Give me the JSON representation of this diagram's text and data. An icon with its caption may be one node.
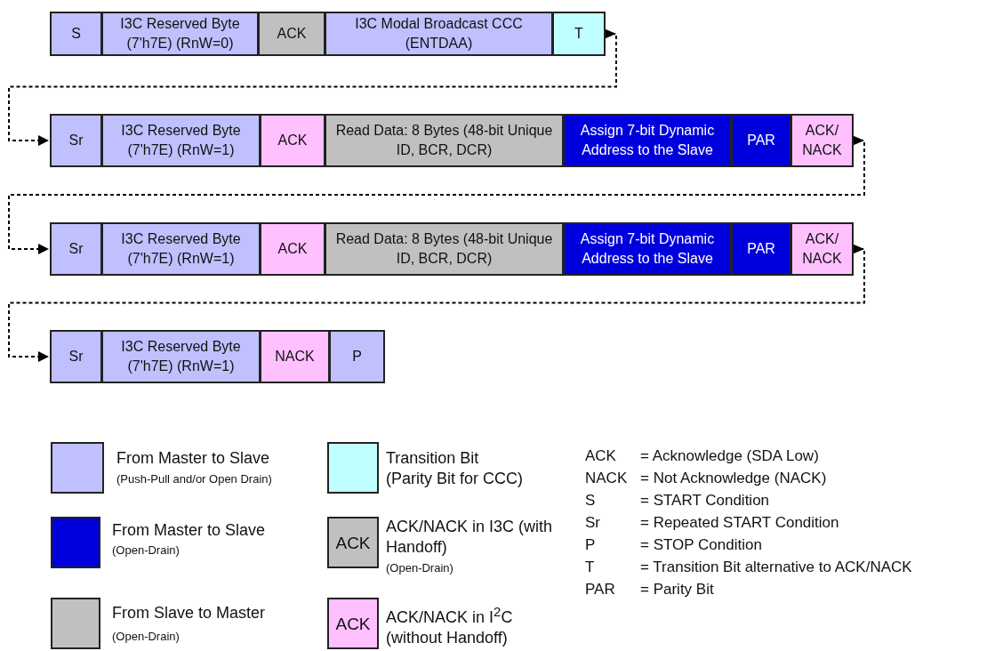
{
  "diagram": {
    "nodes": [
      {
        "text": [
          "S"
        ]
      },
      {
        "text": [
          "I3C Reserved Byte (7'h7E) (RnW=0)"
        ]
      },
      {
        "text": [
          "ACK"
        ]
      },
      {
        "text": [
          "I3C Modal Broadcast CCC (ENTDAA)"
        ]
      },
      {
        "text": [
          "T"
        ]
      },
      {
        "text": [
          "Sr"
        ]
      },
      {
        "text": [
          "I3C Reserved Byte (7'h7E) (RnW=1)"
        ]
      },
      {
        "text": [
          "ACK"
        ]
      },
      {
        "text": [
          "Read Data: 8 Bytes (48-bit Unique ID, BCR, DCR)"
        ]
      },
      {
        "text": [
          "Assign 7-bit Dynamic Address to the Slave"
        ]
      },
      {
        "text": [
          "PAR"
        ]
      },
      {
        "text": [
          "ACK/ NACK"
        ]
      },
      {
        "text": [
          "Sr"
        ]
      },
      {
        "text": [
          "I3C Reserved Byte (7'h7E) (RnW=1)"
        ]
      },
      {
        "text": [
          "ACK"
        ]
      },
      {
        "text": [
          "Read Data: 8 Bytes (48-bit Unique ID, BCR, DCR)"
        ]
      },
      {
        "text": [
          "Assign 7-bit Dynamic Address to the Slave"
        ]
      },
      {
        "text": [
          "PAR"
        ]
      },
      {
        "text": [
          "ACK/ NACK"
        ]
      },
      {
        "text": [
          "Sr"
        ]
      },
      {
        "text": [
          "I3C Reserved Byte (7'h7E) (RnW=1)"
        ]
      },
      {
        "text": [
          "NACK"
        ]
      },
      {
        "text": [
          "P"
        ]
      }
    ],
    "edges": [
      {
        "from": 4,
        "to": 5,
        "arrow": "to",
        "style": "dashed"
      },
      {
        "from": 11,
        "to": 12,
        "arrow": "to",
        "style": "dashed"
      },
      {
        "from": 18,
        "to": 19,
        "arrow": "to",
        "style": "dashed"
      }
    ],
    "labels": [
      "(Push-Pull and/or Open Drain)",
      "(Open-Drain)",
      "(Open-Drain)",
      "ACK",
      "(Open-Drain)",
      "ACK",
      "ACK",
      "= Acknowledge (SDA Low)",
      "NACK",
      "= Not Acknowledge (NACK)",
      "S",
      "= START Condition",
      "Sr",
      "= Repeated START Condition",
      "P",
      "= STOP Condition",
      "T",
      "= Transition Bit alternative to ACK/NACK",
      "PAR",
      "= Parity Bit"
    ],
    "legend": [
      {
        "text": "From Master to Slave",
        "color": "#c0c0ff"
      },
      {
        "text": "From Master to Slave",
        "color": "#0000dd"
      },
      {
        "text": "From Slave to Master",
        "color": "#c0c0c0"
      },
      {
        "text": "Transition Bit (Parity Bit for CCC)",
        "color": "#c0ffff"
      },
      {
        "text": "ACK/NACK in I3C (with Handoff)",
        "color": "#c0c0c0"
      },
      {
        "text": "ACK/NACK in I$^{2}$C (without Handoff)",
        "color": "#ffc0ff"
      }
    ]
  }
}
